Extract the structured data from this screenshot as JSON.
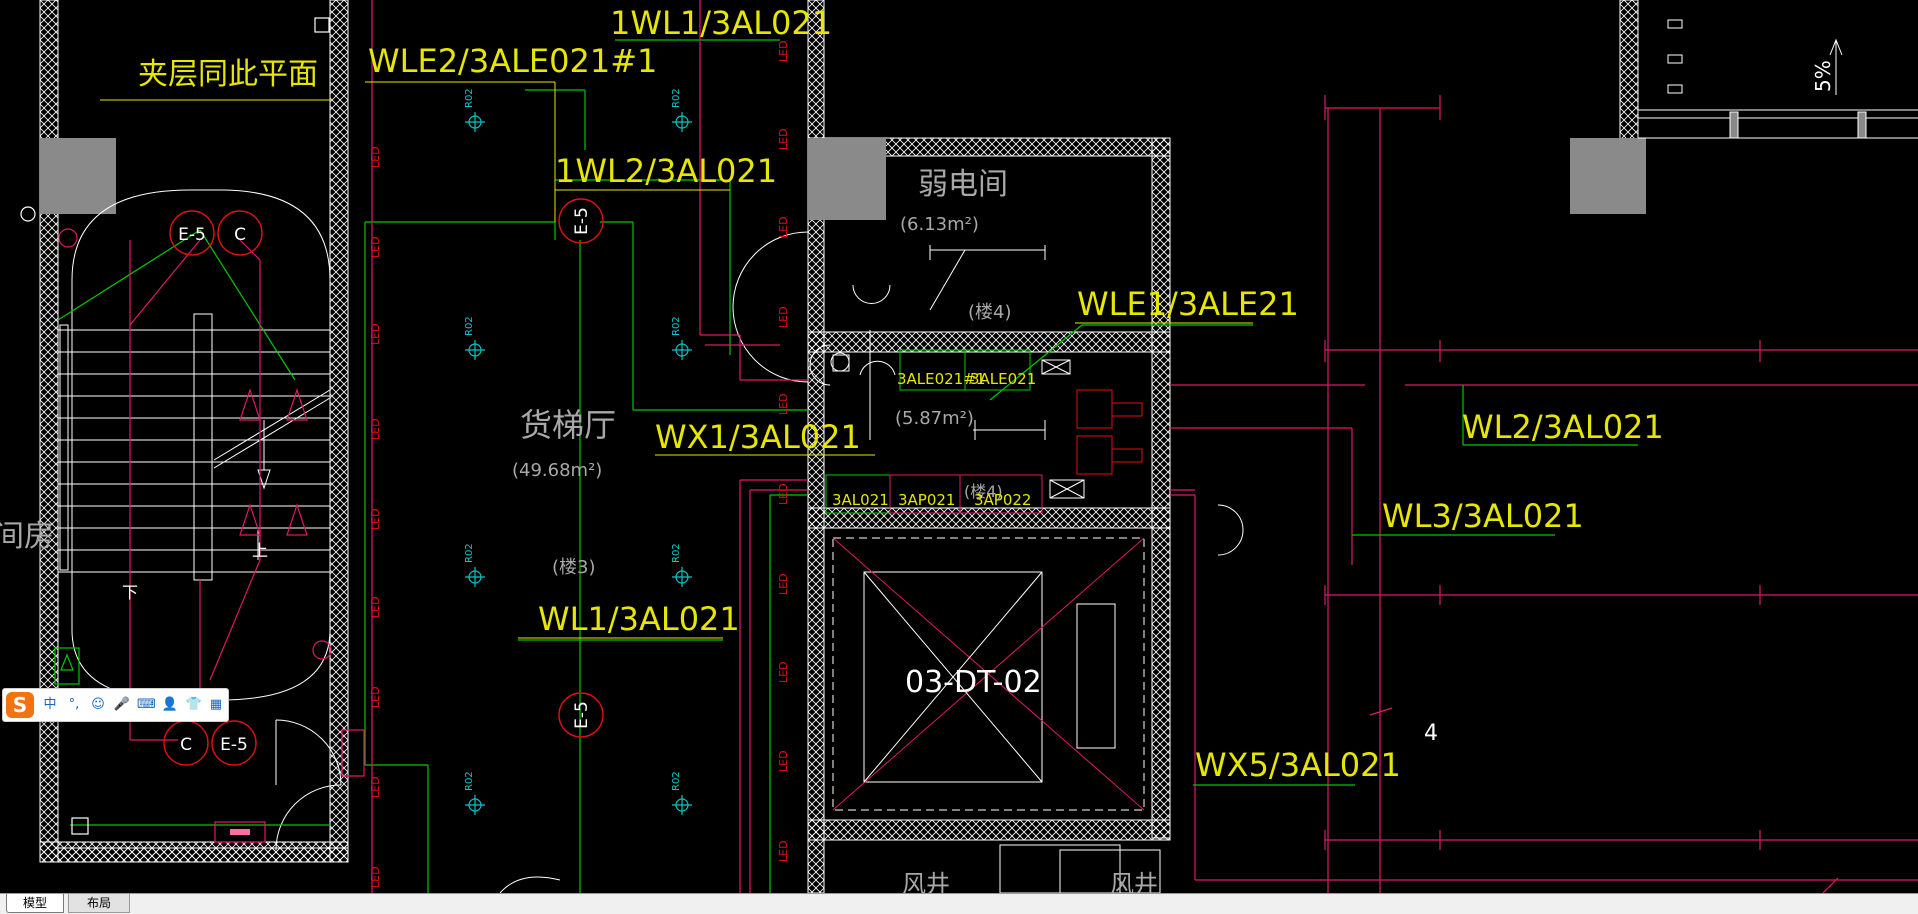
{
  "drawing": {
    "labels": {
      "mezzanine_note": "夹层同此平面",
      "wle2": "WLE2/3ALE021#1",
      "wl1_top": "1WL1/3AL021",
      "wl2_mid": "1WL2/3AL021",
      "weak_room": "弱电间",
      "weak_room_area": "(6.13m²)",
      "stair4": "(楼4)",
      "wle1": "WLE1/3ALE21",
      "box_ale": "3ALE021#1",
      "box_ale2": "3ALE021",
      "small_room_area": "(5.87m²)",
      "freight_hall": "货梯厅",
      "freight_hall_area": "(49.68m²)",
      "wx1": "WX1/3AL021",
      "wl2_right": "WL2/3AL021",
      "wl3": "WL3/3AL021",
      "stair3": "(楼3)",
      "wl1": "WL1/3AL021",
      "elevator_id": "03-DT-02",
      "wx5": "WX5/3AL021",
      "axis4": "4",
      "left_room": "间房",
      "slope": "5%",
      "stair_up": "上",
      "stair_down": "下",
      "panel_al": "3AL021",
      "panel_ap1": "3AP021",
      "panel_ap2": "3AP022",
      "stair4b": "(楼4)",
      "wind_well1": "风井",
      "wind_well2": "风井",
      "exit_e5a": "E-5",
      "exit_c_a": "C",
      "exit_e5b": "E-5",
      "exit_c_b": "C",
      "exit_e5_v1": "E-5",
      "exit_e5_v2": "E-5",
      "led": "LED",
      "r02": "R02"
    },
    "colors": {
      "wall": "#ffffff",
      "wiring_green": "#00c800",
      "wiring_magenta": "#e0186a",
      "text_yellow": "#e6e600",
      "text_gray": "#a8a8a8",
      "text_white": "#ffffff",
      "fixture_cyan": "#00c8c8",
      "exit_red": "#e01010",
      "column_gray": "#8a8a8a"
    }
  },
  "ime_toolbar": {
    "logo": "S",
    "items": [
      "中",
      "°,",
      "☺",
      "🎤",
      "⌨",
      "👤",
      "👕",
      "▦"
    ]
  },
  "tabs": {
    "model": "模型",
    "layout": "布局"
  }
}
